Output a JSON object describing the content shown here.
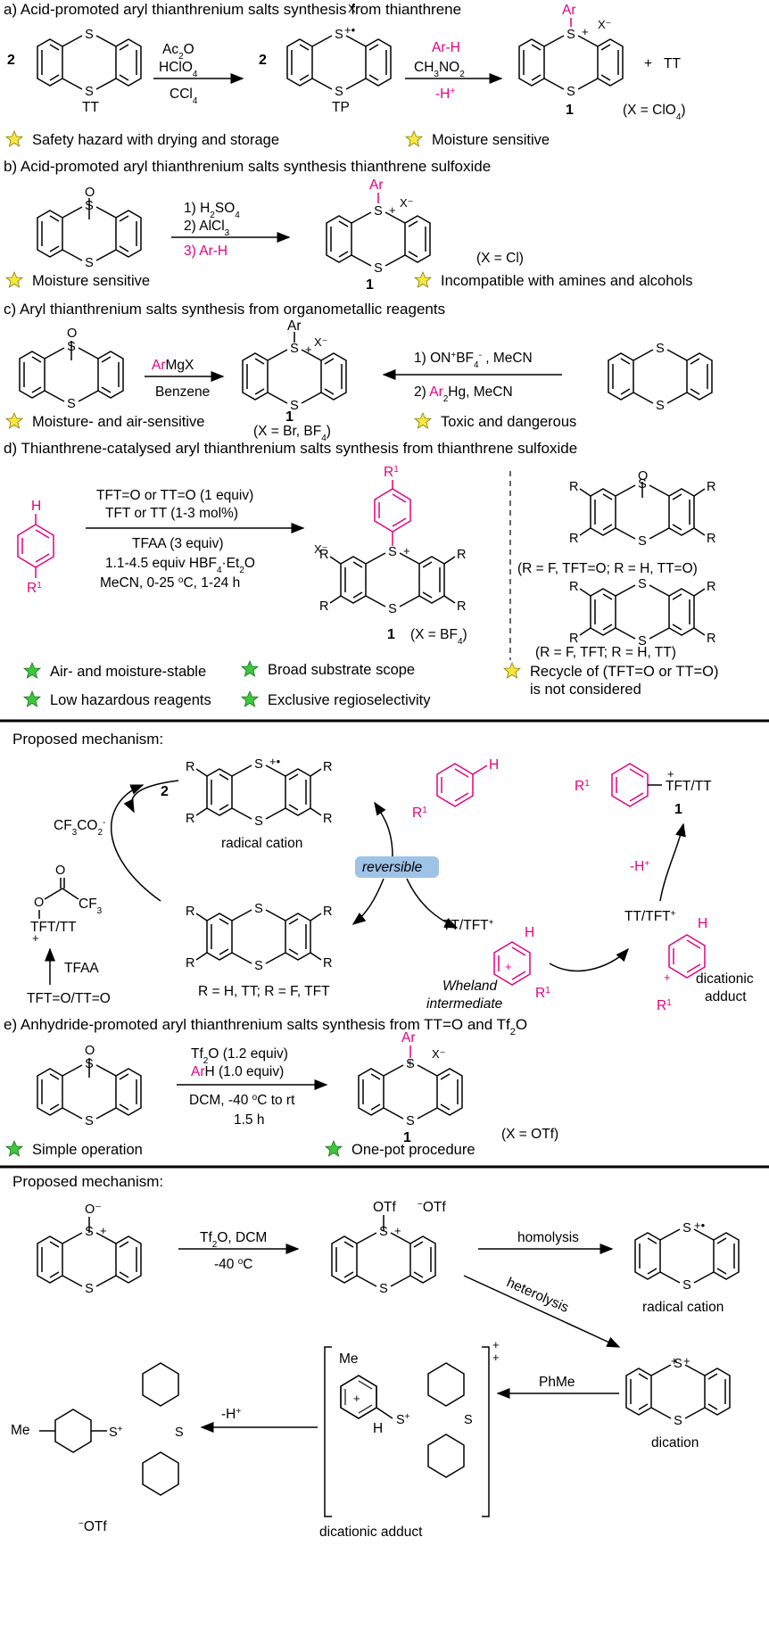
{
  "sections": {
    "a": "a)  Acid-promoted aryl thianthrenium salts synthesis from thianthrene",
    "b": "b) Acid-promoted aryl thianthrenium salts synthesis thianthrene sulfoxide",
    "c": "c) Aryl thianthrenium salts synthesis from organometallic reagents",
    "d": "d) Thianthrene-catalysed aryl thianthrenium salts synthesis from thianthrene sulfoxide",
    "e": "e) Anhydride-promoted aryl thianthrenium salts synthesis from TT=O and Tf",
    "e_sub": "2",
    "e_end": "O"
  },
  "a": {
    "coef_left": "2",
    "coef_mid": "2",
    "reagent1": "Ac",
    "reagent1_sub": "2",
    "reagent1_end": "O",
    "reagent2": "HClO",
    "reagent2_sub": "4",
    "reagent3": "CCl",
    "reagent3_sub": "4",
    "label_tt": "TT",
    "label_tp": "TP",
    "arh": "Ar-H",
    "solvent": "CH",
    "solvent_sub1": "3",
    "solvent_mid": "NO",
    "solvent_sub2": "2",
    "minus_h": "-H",
    "plus": "+",
    "tt": "TT",
    "compound": "1",
    "x_label": "(X = ClO",
    "x_sub": "4",
    "x_end": ")",
    "note1": "Safety hazard with drying and storage",
    "note2": "Moisture sensitive"
  },
  "b": {
    "step1": "1) H",
    "step1_sub": "2",
    "step1_end": "SO",
    "step1_sub2": "4",
    "step2": "2) AlCl",
    "step2_sub": "3",
    "step3": "3) Ar-H",
    "compound": "1",
    "x_label": "(X = Cl)",
    "note1": "Moisture sensitive",
    "note2": "Incompatible with amines and alcohols"
  },
  "c": {
    "reagent1_ar": "Ar",
    "reagent1": "MgX",
    "solvent": "Benzene",
    "step1": "1) ON",
    "step1_sup": "+",
    "step1_b": "BF",
    "step1_sub": "4",
    "step1_sup2": "-",
    "step1_end": " , MeCN",
    "step2": "2) ",
    "step2_ar": "Ar",
    "step2_sub": "2",
    "step2_end": "Hg, MeCN",
    "compound": "1",
    "x_label": "(X = Br, BF",
    "x_sub": "4",
    "x_end": ")",
    "note1": "Moisture- and air-sensitive",
    "note2": "Toxic and dangerous"
  },
  "d": {
    "cond1": "TFT=O or TT=O (1 equiv)",
    "cond2": "TFT or TT (1-3 mol%)",
    "cond3": "TFAA (3 equiv)",
    "cond4": "1.1-4.5 equiv HBF",
    "cond4_sub": "4",
    "cond4_end": "·Et",
    "cond4_sub2": "2",
    "cond4_end2": "O",
    "cond5": "MeCN, 0-25 ",
    "cond5_sup": "o",
    "cond5_end": "C, 1-24 h",
    "cat1": "(R = F, TFT=O; R = H, TT=O)",
    "cat2": "(R = F, TFT; R = H, TT)",
    "compound": "1",
    "x_label": "(X = BF",
    "x_sub": "4",
    "x_end": ")",
    "note1": "Air- and moisture-stable",
    "note2": "Broad substrate scope",
    "note3": "Recycle of (TFT=O or TT=O)",
    "note3b": "is not considered",
    "note4": "Low hazardous reagents",
    "note5": "Exclusive regioselectivity"
  },
  "mech1": {
    "title": "Proposed mechanism:",
    "radical_cation": "radical cation",
    "cf3co2": "CF",
    "cf3co2_sub": "3",
    "cf3co2_end": "CO",
    "cf3co2_sub2": "2",
    "tfa_frag": "CF",
    "tfa_frag_sub": "3",
    "tft_tt": "TFT/TT",
    "tfaa": "TFAA",
    "tfto": "TFT=O/TT=O",
    "r_def": "R = H, TT; R = F, TFT",
    "reversible": "reversible",
    "tt_tft": "TT/TFT",
    "wheland1": "Wheland",
    "wheland2": "intermediate",
    "minus_h": "-H",
    "product": "TFT/TT",
    "compound": "1",
    "dicationic": "dicationic",
    "adduct": "adduct",
    "coef": "2"
  },
  "e": {
    "cond1": "Tf",
    "cond1_sub": "2",
    "cond1_end": "O (1.2 equiv)",
    "cond2_ar": "Ar",
    "cond2": "H (1.0 equiv)",
    "cond3": "DCM, -40 ",
    "cond3_sup": "o",
    "cond3_end": "C to rt",
    "cond4": "1.5 h",
    "compound": "1",
    "x_label": "(X = OTf)",
    "note1": "Simple operation",
    "note2": "One-pot procedure"
  },
  "mech2": {
    "title": "Proposed mechanism:",
    "reagent": "Tf",
    "reagent_sub": "2",
    "reagent_end": "O, DCM",
    "temp": "-40 ",
    "temp_sup": "o",
    "temp_end": "C",
    "otf": "OTf",
    "otf2": "OTf",
    "homolysis": "homolysis",
    "heterolysis": "heterolysis",
    "radical_cation": "radical cation",
    "dication": "dication",
    "phme": "PhMe",
    "minus_h": "-H",
    "me": "Me",
    "dicationic_adduct": "dicationic adduct",
    "otf3": "OTf"
  },
  "colors": {
    "accent": "#e6007e",
    "star_yellow": "#f5e642",
    "star_green": "#3cc83c",
    "reversible_box": "#9ec3e6"
  }
}
